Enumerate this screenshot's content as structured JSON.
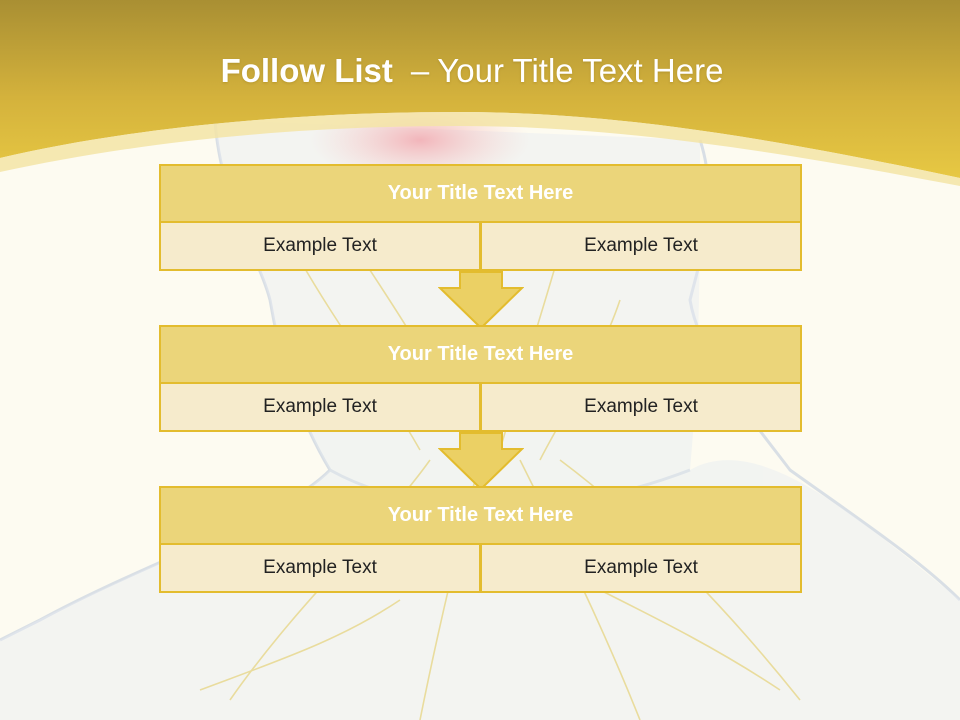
{
  "slide": {
    "title_bold": "Follow List",
    "title_separator": "–",
    "title_rest": "Your Title Text Here"
  },
  "blocks": [
    {
      "title": "Your Title Text Here",
      "left_text": "Example Text",
      "right_text": "Example Text"
    },
    {
      "title": "Your Title Text Here",
      "left_text": "Example Text",
      "right_text": "Example Text"
    },
    {
      "title": "Your Title Text Here",
      "left_text": "Example Text",
      "right_text": "Example Text"
    }
  ],
  "colors": {
    "banner_gold": "#c9a43a",
    "banner_light": "#e5c547",
    "block_border": "#e3bc2e",
    "block_header": "#ebd57a",
    "block_cell": "#f6ebcc",
    "page_background": "#fdfbf1"
  }
}
